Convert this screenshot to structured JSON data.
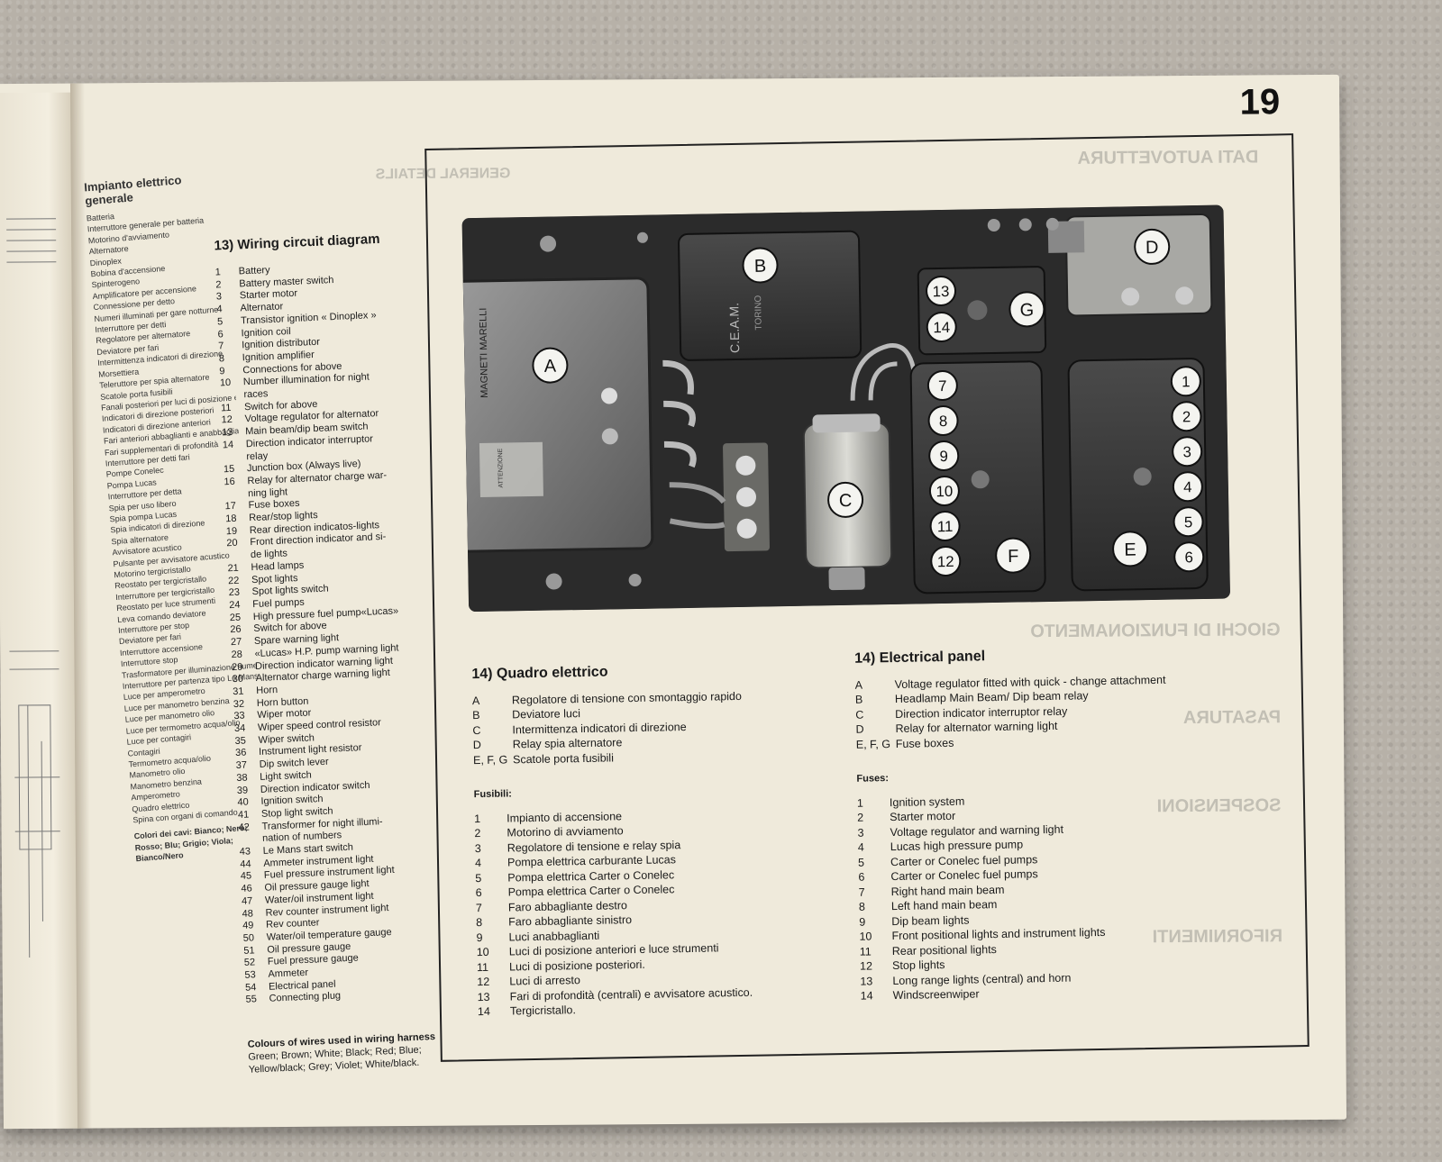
{
  "page_number": "19",
  "italian_column": {
    "heading": "Impianto elettrico generale",
    "items": [
      "Batteria",
      "Interruttore generale per batteria",
      "Motorino d'avviamento",
      "Alternatore",
      "Dinoplex",
      "Bobina d'accensione",
      "Spinterogeno",
      "Amplificatore per accensione",
      "Connessione per detto",
      "Numeri illuminati per gare notturne",
      "Interruttore per detti",
      "Regolatore per alternatore",
      "Deviatore per fari",
      "Intermittenza indicatori di direzione",
      "Morsettiera",
      "Teleruttore per spia alternatore",
      "Scatole porta fusibili",
      "Fanali posteriori per luci di posizione e stop",
      "Indicatori di direzione posteriori",
      "Indicatori di direzione anteriori",
      "Fari anteriori abbaglianti e anabbaglianti",
      "Fari supplementari di profondità",
      "Interruttore per detti fari",
      "Pompe Conelec",
      "Pompa Lucas",
      "Interruttore per detta",
      "Spia per uso libero",
      "Spia pompa Lucas",
      "Spia indicatori di direzione",
      "Spia alternatore",
      "Avvisatore acustico",
      "Pulsante per avvisatore acustico",
      "Motorino tergicristallo",
      "Reostato per tergicristallo",
      "Interruttore per tergicristallo",
      "Reostato per luce strumenti",
      "Leva comando deviatore",
      "Interruttore per stop",
      "Deviatore per fari",
      "Interruttore accensione",
      "Interruttore stop",
      "Trasformatore per illuminazione numeri",
      "Interruttore per partenza tipo Le Mans",
      "Luce per amperometro",
      "Luce per manometro benzina",
      "Luce per manometro olio",
      "Luce per termometro acqua/olio",
      "Luce per contagiri",
      "Contagiri",
      "Termometro acqua/olio",
      "Manometro olio",
      "Manometro benzina",
      "Amperometro",
      "Quadro elettrico",
      "Spina con organi di comando"
    ],
    "colors_line": "Colori dei cavi: Bianco; Nero; Rosso; Blu; Grigio; Viola; Bianco/Nero"
  },
  "english_column": {
    "heading": "13) Wiring circuit diagram",
    "items": [
      {
        "n": "1",
        "t": "Battery"
      },
      {
        "n": "2",
        "t": "Battery master switch"
      },
      {
        "n": "3",
        "t": "Starter motor"
      },
      {
        "n": "4",
        "t": "Alternator"
      },
      {
        "n": "5",
        "t": "Transistor ignition « Dinoplex »"
      },
      {
        "n": "6",
        "t": "Ignition coil"
      },
      {
        "n": "7",
        "t": "Ignition distributor"
      },
      {
        "n": "8",
        "t": "Ignition amplifier"
      },
      {
        "n": "9",
        "t": "Connections for above"
      },
      {
        "n": "10",
        "t": "Number illumination for night"
      },
      {
        "n": "",
        "t": "races"
      },
      {
        "n": "11",
        "t": "Switch for above"
      },
      {
        "n": "12",
        "t": "Voltage regulator for alternator"
      },
      {
        "n": "13",
        "t": "Main beam/dip beam switch"
      },
      {
        "n": "14",
        "t": "Direction indicator interruptor"
      },
      {
        "n": "",
        "t": "relay"
      },
      {
        "n": "15",
        "t": "Junction box (Always live)"
      },
      {
        "n": "16",
        "t": "Relay for alternator charge war-"
      },
      {
        "n": "",
        "t": "ning light"
      },
      {
        "n": "17",
        "t": "Fuse boxes"
      },
      {
        "n": "18",
        "t": "Rear/stop lights"
      },
      {
        "n": "19",
        "t": "Rear direction indicatos-lights"
      },
      {
        "n": "20",
        "t": "Front direction indicator and si-"
      },
      {
        "n": "",
        "t": "de lights"
      },
      {
        "n": "21",
        "t": "Head lamps"
      },
      {
        "n": "22",
        "t": "Spot lights"
      },
      {
        "n": "23",
        "t": "Spot lights switch"
      },
      {
        "n": "24",
        "t": "Fuel pumps"
      },
      {
        "n": "25",
        "t": "High pressure fuel pump«Lucas»"
      },
      {
        "n": "26",
        "t": "Switch for above"
      },
      {
        "n": "27",
        "t": "Spare warning light"
      },
      {
        "n": "28",
        "t": "«Lucas» H.P. pump warning light"
      },
      {
        "n": "29",
        "t": "Direction indicator warning light"
      },
      {
        "n": "30",
        "t": "Alternator charge warning light"
      },
      {
        "n": "31",
        "t": "Horn"
      },
      {
        "n": "32",
        "t": "Horn button"
      },
      {
        "n": "33",
        "t": "Wiper motor"
      },
      {
        "n": "34",
        "t": "Wiper speed control resistor"
      },
      {
        "n": "35",
        "t": "Wiper switch"
      },
      {
        "n": "36",
        "t": "Instrument light resistor"
      },
      {
        "n": "37",
        "t": "Dip switch lever"
      },
      {
        "n": "38",
        "t": "Light switch"
      },
      {
        "n": "39",
        "t": "Direction indicator switch"
      },
      {
        "n": "40",
        "t": "Ignition switch"
      },
      {
        "n": "41",
        "t": "Stop light switch"
      },
      {
        "n": "42",
        "t": "Transformer for night illumi-"
      },
      {
        "n": "",
        "t": "nation of numbers"
      },
      {
        "n": "43",
        "t": "Le Mans start switch"
      },
      {
        "n": "44",
        "t": "Ammeter instrument light"
      },
      {
        "n": "45",
        "t": "Fuel pressure instrument light"
      },
      {
        "n": "46",
        "t": "Oil pressure gauge light"
      },
      {
        "n": "47",
        "t": "Water/oil instrument light"
      },
      {
        "n": "48",
        "t": "Rev counter instrument light"
      },
      {
        "n": "49",
        "t": "Rev counter"
      },
      {
        "n": "50",
        "t": "Water/oil temperature gauge"
      },
      {
        "n": "51",
        "t": "Oil pressure gauge"
      },
      {
        "n": "52",
        "t": "Fuel pressure gauge"
      },
      {
        "n": "53",
        "t": "Ammeter"
      },
      {
        "n": "54",
        "t": "Electrical panel"
      },
      {
        "n": "55",
        "t": "Connecting plug"
      }
    ],
    "colours_heading": "Colours of wires used in wiring harness",
    "colours_text": "Green; Brown; White; Black; Red; Blue; Yellow/black; Grey; Violet; White/black."
  },
  "panel_labels": {
    "A": "A",
    "B": "B",
    "C": "C",
    "D": "D",
    "E": "E",
    "F": "F",
    "G": "G",
    "fuses": [
      "1",
      "2",
      "3",
      "4",
      "5",
      "6",
      "7",
      "8",
      "9",
      "10",
      "11",
      "12",
      "13",
      "14"
    ],
    "regulator_text": "MAGNETI MARELLI",
    "relay_text": "C.E.A.M.",
    "relay_subtext": "TORINO",
    "attenzione": "ATTENZIONE"
  },
  "caption_it": {
    "title": "14) Quadro elettrico",
    "items": [
      {
        "k": "A",
        "t": "Regolatore di tensione con smontaggio rapido"
      },
      {
        "k": "B",
        "t": "Deviatore luci"
      },
      {
        "k": "C",
        "t": "Intermittenza indicatori di direzione"
      },
      {
        "k": "D",
        "t": "Relay spia alternatore"
      },
      {
        "k": "E, F, G",
        "t": "Scatole porta fusibili"
      }
    ],
    "fuses_heading": "Fusibili:",
    "fuses": [
      {
        "k": "1",
        "t": "Impianto di accensione"
      },
      {
        "k": "2",
        "t": "Motorino di avviamento"
      },
      {
        "k": "3",
        "t": "Regolatore di tensione e relay spia"
      },
      {
        "k": "4",
        "t": "Pompa elettrica carburante Lucas"
      },
      {
        "k": "5",
        "t": "Pompa elettrica Carter o Conelec"
      },
      {
        "k": "6",
        "t": "Pompa elettrica Carter o Conelec"
      },
      {
        "k": "7",
        "t": "Faro abbagliante destro"
      },
      {
        "k": "8",
        "t": "Faro abbagliante sinistro"
      },
      {
        "k": "9",
        "t": "Luci anabbaglianti"
      },
      {
        "k": "10",
        "t": "Luci di posizione anteriori e luce strumenti"
      },
      {
        "k": "11",
        "t": "Luci di posizione posteriori."
      },
      {
        "k": "12",
        "t": "Luci di arresto"
      },
      {
        "k": "13",
        "t": "Fari di profondità (centrali) e avvisatore acustico."
      },
      {
        "k": "14",
        "t": "Tergicristallo."
      }
    ]
  },
  "caption_en": {
    "title": "14) Electrical panel",
    "items": [
      {
        "k": "A",
        "t": "Voltage regulator fitted with quick - change attachment"
      },
      {
        "k": "B",
        "t": "Headlamp Main Beam/ Dip beam relay"
      },
      {
        "k": "C",
        "t": "Direction indicator interruptor relay"
      },
      {
        "k": "D",
        "t": "Relay for alternator warning light"
      },
      {
        "k": "E, F, G",
        "t": "Fuse boxes"
      }
    ],
    "fuses_heading": "Fuses:",
    "fuses": [
      {
        "k": "1",
        "t": "Ignition system"
      },
      {
        "k": "2",
        "t": "Starter motor"
      },
      {
        "k": "3",
        "t": "Voltage regulator and warning light"
      },
      {
        "k": "4",
        "t": "Lucas high pressure pump"
      },
      {
        "k": "5",
        "t": "Carter or Conelec fuel pumps"
      },
      {
        "k": "6",
        "t": "Carter or Conelec fuel pumps"
      },
      {
        "k": "7",
        "t": "Right hand main beam"
      },
      {
        "k": "8",
        "t": "Left hand main beam"
      },
      {
        "k": "9",
        "t": "Dip beam lights"
      },
      {
        "k": "10",
        "t": "Front positional lights and instrument lights"
      },
      {
        "k": "11",
        "t": "Rear positional lights"
      },
      {
        "k": "12",
        "t": "Stop lights"
      },
      {
        "k": "13",
        "t": "Long range lights (central) and horn"
      },
      {
        "k": "14",
        "t": "Windscreenwiper"
      }
    ]
  },
  "show_through": {
    "right_headings": [
      "DATI AUTOVETTURA",
      "GENERAL DETAILS",
      "GIOCHI DI FUNZIONAMENTO",
      "PASATURA",
      "SOSPENSIONI",
      "RIFORNIMENTI"
    ]
  },
  "colors": {
    "page": "#efeadb",
    "ink": "#1c1c1c",
    "photo_dark": "#222222",
    "label_circle": "#f4f4f0"
  }
}
